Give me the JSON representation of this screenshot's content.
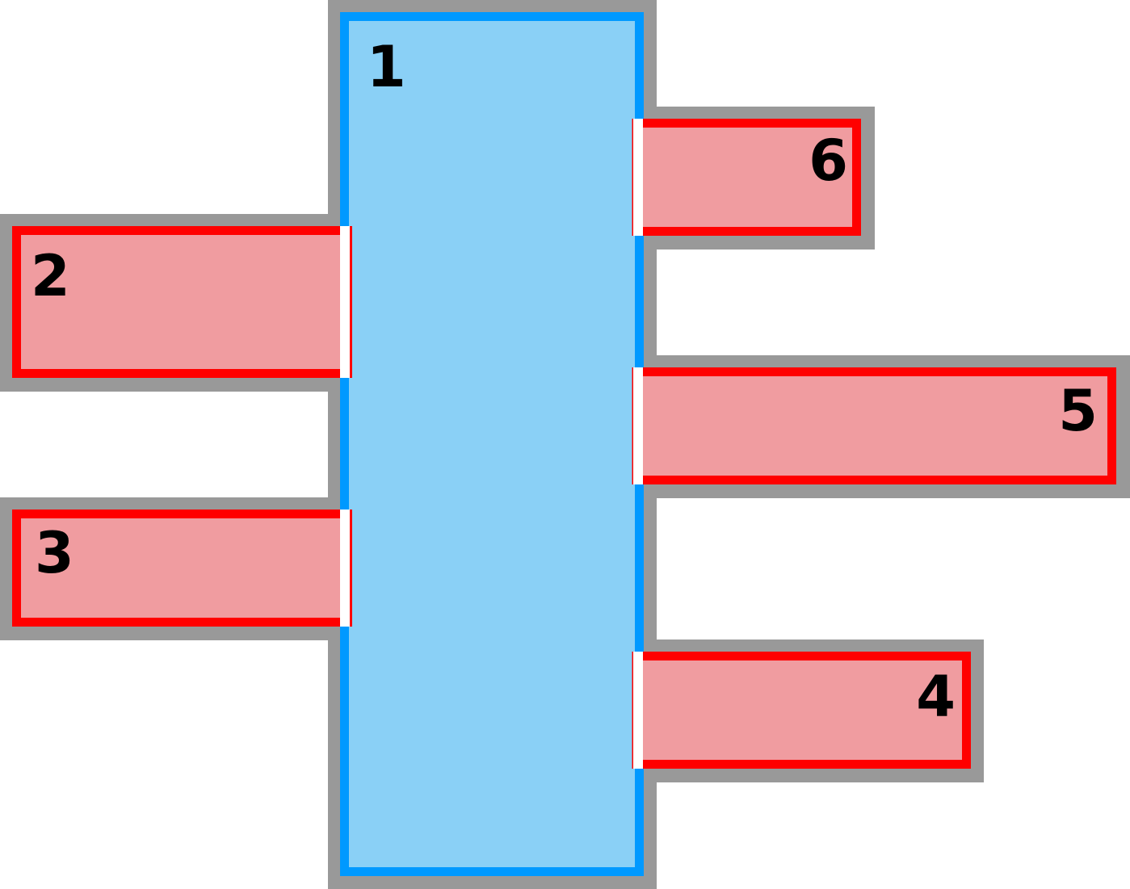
{
  "colors": {
    "outline": "#999999",
    "main_fill": "#8ad0f6",
    "main_border": "#0099ff",
    "tab_fill": "#f09ca0",
    "tab_border": "#ff0000",
    "joint": "#ffffff",
    "label": "#000000"
  },
  "main_block": {
    "label": "1"
  },
  "tabs": [
    {
      "id": "tab-2",
      "label": "2",
      "side": "left"
    },
    {
      "id": "tab-3",
      "label": "3",
      "side": "left"
    },
    {
      "id": "tab-6",
      "label": "6",
      "side": "right"
    },
    {
      "id": "tab-5",
      "label": "5",
      "side": "right"
    },
    {
      "id": "tab-4",
      "label": "4",
      "side": "right"
    }
  ]
}
